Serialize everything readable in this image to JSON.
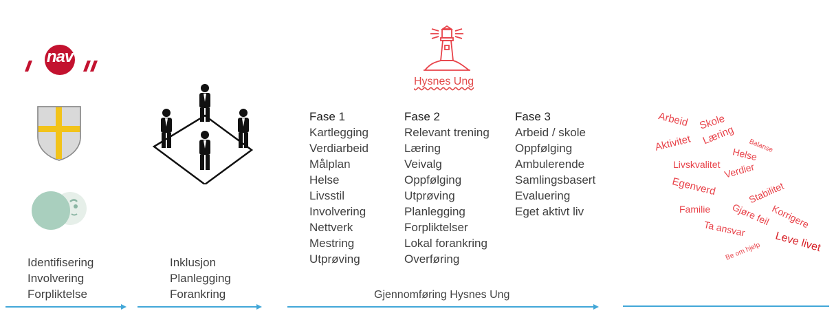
{
  "logos": {
    "nav_text": "nav"
  },
  "column1": {
    "items": [
      "Identifisering",
      "Involvering",
      "Forpliktelse"
    ]
  },
  "column2": {
    "items": [
      "Inklusjon",
      "Planlegging",
      "Forankring"
    ]
  },
  "hysnes": {
    "title": "Hysnes Ung"
  },
  "phases": [
    {
      "title": "Fase 1",
      "items": [
        "Kartlegging",
        "Verdiarbeid",
        "Målplan",
        "Helse",
        "Livsstil",
        "Involvering",
        "Nettverk",
        "Mestring",
        "Utprøving"
      ]
    },
    {
      "title": "Fase 2",
      "items": [
        "Relevant trening",
        "Læring",
        "Veivalg",
        "Oppfølging",
        "Utprøving",
        "Planlegging",
        "Forpliktelser",
        "Lokal forankring",
        "Overføring"
      ]
    },
    {
      "title": "Fase 3",
      "items": [
        "Arbeid / skole",
        "Oppfølging",
        "Ambulerende",
        "Samlingsbasert",
        "Evaluering",
        "Eget aktivt liv"
      ]
    }
  ],
  "bottom": {
    "label": "Gjennomføring Hysnes Ung"
  },
  "wordcloud": {
    "arbeid": "Arbeid",
    "skole": "Skole",
    "aktivitet": "Aktivitet",
    "laering": "Læring",
    "balanse": "Balanse",
    "helse": "Helse",
    "livskvalitet": "Livskvalitet",
    "verdier": "Verdier",
    "egenverd": "Egenverd",
    "stabilitet": "Stabilitet",
    "familie": "Familie",
    "gjore_feil": "Gjøre feil",
    "korrigere": "Korrigere",
    "ta_ansvar": "Ta ansvar",
    "be_om_hjelp": "Be om hjelp",
    "leve_livet": "Leve livet"
  },
  "colors": {
    "accent_red": "#e8434a",
    "nav_red": "#c3122f",
    "arrow_blue": "#42a7d8",
    "shield_gold": "#f2c31a",
    "shield_gray": "#d9d9d9",
    "bubble_green": "#a9cfbe"
  }
}
